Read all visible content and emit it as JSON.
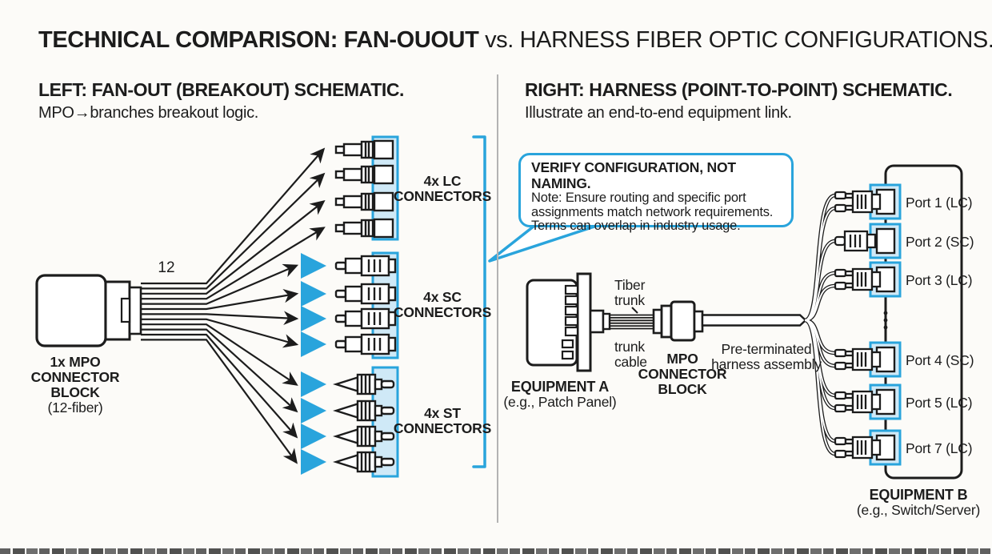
{
  "title": {
    "part_bold": "TECHNICAL COMPARISON: FAN-OUOUT",
    "part_vs": "vs.",
    "part_rest": "HARNESS FIBER OPTIC CONFIGURATIONS."
  },
  "left_panel": {
    "heading": "LEFT: FAN-OUT (BREAKOUT) SCHEMATIC.",
    "subheading": "MPO→branches breakout logic.",
    "fiber_count": "12",
    "mpo_block_label": {
      "line1": "1x MPO",
      "line2": "CONNECTOR",
      "line3": "BLOCK",
      "line4": "(12-fiber)"
    },
    "connector_groups": [
      {
        "type": "LC",
        "line1": "4x LC",
        "line2": "CONNECTORS"
      },
      {
        "type": "SC",
        "line1": "4x SC",
        "line2": "CONNECTORS"
      },
      {
        "type": "ST",
        "line1": "4x ST",
        "line2": "CONNECTORS"
      }
    ]
  },
  "right_panel": {
    "heading": "RIGHT: HARNESS (POINT-TO-POINT) SCHEMATIC.",
    "subheading": "Illustrate an end-to-end equipment link.",
    "callout": {
      "title": "VERIFY CONFIGURATION, NOT NAMING.",
      "note_line1": "Note: Ensure routing and specific port",
      "note_line2": "assignments match network requirements.",
      "note_line3": "Terms can overlap in industry usage."
    },
    "fiber_trunk_label": {
      "line1": "Tiber",
      "line2": "trunk"
    },
    "trunk_cable_label": {
      "line1": "trunk",
      "line2": "cable"
    },
    "mpo_block_label": {
      "line1": "MPO",
      "line2": "CONNECTOR",
      "line3": "BLOCK"
    },
    "harness_label": {
      "line1": "Pre-terminated",
      "line2": "harness assembly"
    },
    "equipment_a_label": {
      "line1": "EQUIPMENT A",
      "line2": "(e.g., Patch Panel)"
    },
    "equipment_b_label": {
      "line1": "EQUIPMENT B",
      "line2": "(e.g., Switch/Server)"
    },
    "ports": [
      {
        "label": "Port 1 (LC)"
      },
      {
        "label": "Port 2 (SC)"
      },
      {
        "label": "Port 3 (LC)"
      },
      {
        "label": "Port 4 (SC)"
      },
      {
        "label": "Port 5 (LC)"
      },
      {
        "label": "Port 7 (LC)"
      }
    ]
  },
  "colors": {
    "accent_blue": "#29a4dc",
    "light_blue": "#cfe9f7",
    "ink": "#1c1c1c",
    "divider_gray": "#b3b3b3"
  }
}
